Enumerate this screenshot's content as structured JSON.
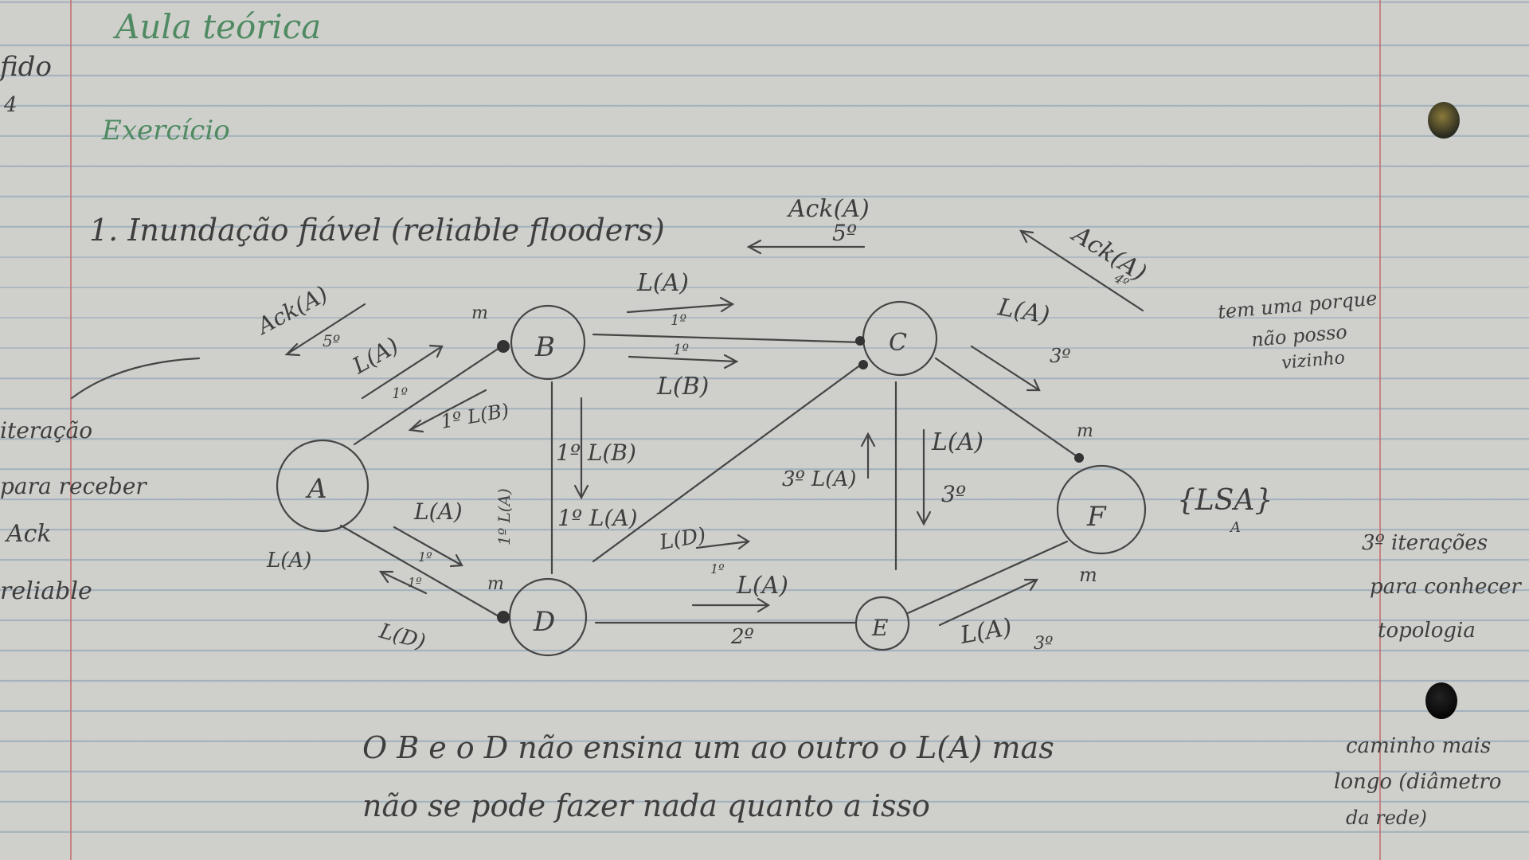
{
  "header": {
    "title": "Aula teórica",
    "side_note": "fido",
    "side_mark": "4"
  },
  "section": "Exercício",
  "exercise": "1. Inundação fiável (reliable flooders)",
  "nodes": [
    "A",
    "B",
    "C",
    "D",
    "E",
    "F"
  ],
  "node_marks": [
    "m",
    "m",
    "m",
    "m"
  ],
  "edge_labels": {
    "a_b_l_a": "L(A)",
    "a_b_ord": "1º",
    "b_a_l_b": "1º L(B)",
    "a_ack": "Ack(A)",
    "a_ack_ord": "5º",
    "a_l_a": "L(A)",
    "a_d_l_a": "L(A)",
    "a_d_ord": "1º",
    "d_a_ord": "1º",
    "d_a_l_d": "L(D)",
    "b_c_l_a": "L(A)",
    "b_c_ord1": "1º",
    "c_b_ord": "1º",
    "c_b_l_b": "L(B)",
    "b_d_l_b": "1º L(B)",
    "d_b_l_a": "1º L(A)",
    "b_d_l_a": "1º L(A)",
    "d_c_l_d": "L(D)",
    "d_c_ord": "1º",
    "d_e_l_a": "L(A)",
    "d_e_ord": "2º",
    "c_f_l_a": "L(A)",
    "c_f_ord": "3º",
    "e_c_l_a": "3º L(A)",
    "c_e_l_a": "L(A)",
    "c_e_ord": "3º",
    "e_f_l_a": "L(A)",
    "e_f_ord": "3º",
    "top_ack": "Ack(A)",
    "top_ack_ord": "5º",
    "right_ack": "Ack(A)",
    "right_ack_ord": "4º",
    "f_set": "{LSA}",
    "f_set_sub": "A"
  },
  "left_notes": [
    "iteração",
    "para receber",
    "Ack",
    "reliable"
  ],
  "right_notes_top": [
    "tem uma porque",
    "não posso",
    "vizinho"
  ],
  "right_notes_bottom": [
    "3º iterações",
    "para conhecer",
    "topologia"
  ],
  "right_notes_footer": [
    "caminho mais",
    "longo (diâmetro",
    "da rede)"
  ],
  "footer": [
    "O B e o D não ensina um ao outro o L(A) mas",
    "não se pode fazer nada quanto a isso"
  ],
  "colors": {
    "paper": "#cfd0cb",
    "rule_line": "#6e8caf",
    "margin_line": "#c46a6a",
    "pencil": "#454545",
    "green_ink": "#4f8a62"
  }
}
